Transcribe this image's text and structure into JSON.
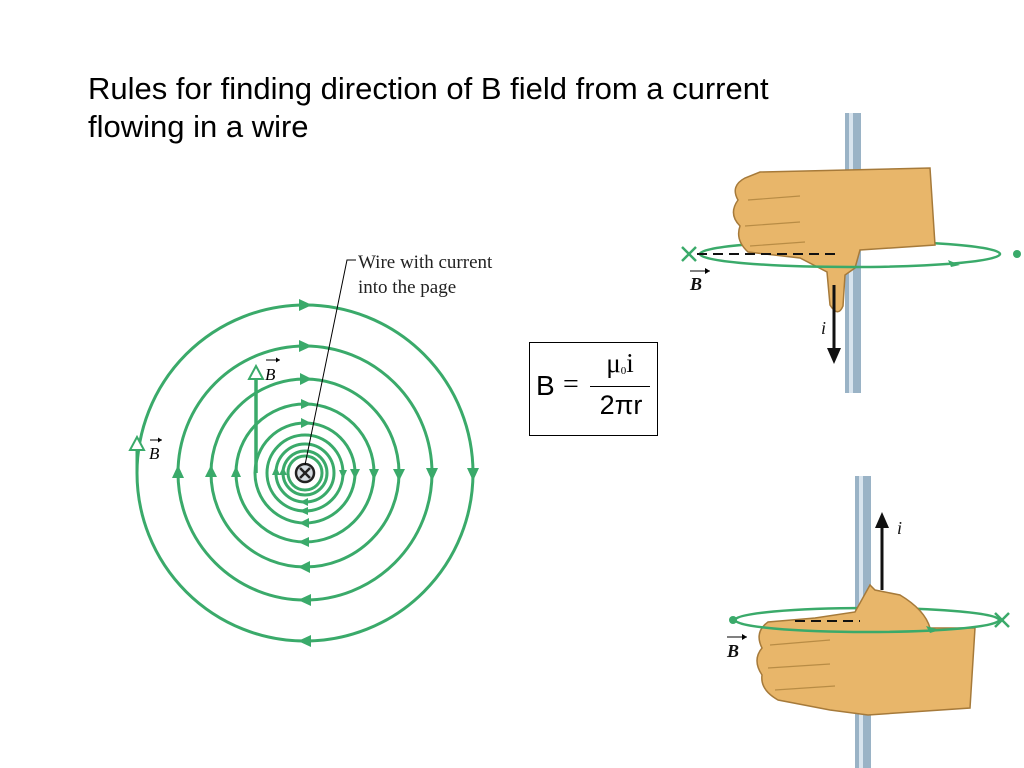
{
  "slide": {
    "title_line1": "Rules for finding direction of B field from a current",
    "title_line2": "flowing in a wire"
  },
  "diagram": {
    "wire_label_line1": "Wire with current",
    "wire_label_line2": "into the page",
    "b_symbol": "B",
    "current_symbol": "i",
    "field_color": "#3aaa6a",
    "skin_color": "#e8b66a",
    "wire_color": "#9ab3c6"
  },
  "formula": {
    "lhs": "B",
    "equals": "=",
    "numerator_mu": "μ",
    "numerator_sub": "0",
    "numerator_i": "i",
    "denominator": "2πr"
  }
}
